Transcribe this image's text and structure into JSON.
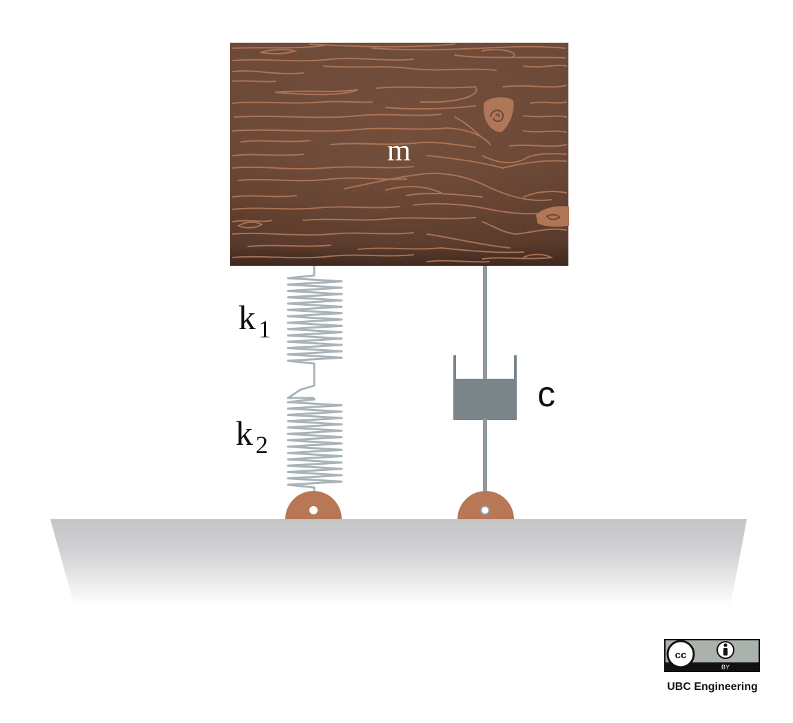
{
  "diagram": {
    "mass": {
      "label": "m"
    },
    "springs": [
      {
        "letter": "k",
        "subscript": "1"
      },
      {
        "letter": "k",
        "subscript": "2"
      }
    ],
    "damper": {
      "label": "c"
    }
  },
  "license": {
    "badge_cc": "cc",
    "badge_by": "BY",
    "credit": "UBC Engineering"
  },
  "colors": {
    "wood_dark": "#4f3326",
    "wood_mid": "#6e4a37",
    "wood_grain": "#b57c5c",
    "ground_top": "#c4c5c7",
    "spring_steel": "#a9b3b8",
    "damper_body": "#7a8489",
    "pivot": "#b87855"
  }
}
